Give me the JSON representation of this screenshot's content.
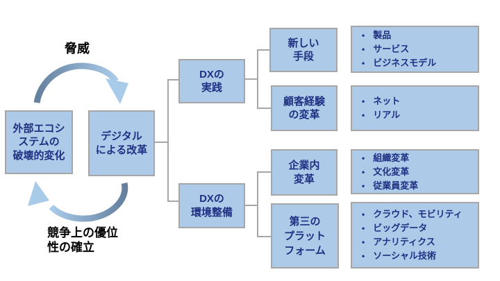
{
  "colors": {
    "box_fill": "#ADCBE9",
    "box_border": "#A6A6A6",
    "box_text": "#1F2F82",
    "label_text": "#000000",
    "connector": "#A6A6A6",
    "arrow_dark": "#64809E",
    "arrow_light": "#A9CBEA"
  },
  "cycle": {
    "threat_label": "脅威",
    "advantage_label": "競争上の優位\n性の確立",
    "ecosystem_box": "外部エコシ\nステムの\n破壊的変化",
    "digital_box": "デジタル\nによる改革"
  },
  "tree": {
    "practice": {
      "label": "DXの\n実践",
      "children": [
        {
          "label": "新しい\n手段",
          "items": [
            "製品",
            "サービス",
            "ビジネスモデル"
          ]
        },
        {
          "label": "顧客経験\nの変革",
          "items": [
            "ネット",
            "リアル"
          ]
        }
      ]
    },
    "environment": {
      "label": "DXの\n環境整備",
      "children": [
        {
          "label": "企業内\n変革",
          "items": [
            "組織変革",
            "文化変革",
            "従業員変革"
          ]
        },
        {
          "label": "第三の\nプラット\nフォーム",
          "items": [
            "クラウド、モビリティ",
            "ビッグデータ",
            "アナリティクス",
            "ソーシャル技術"
          ]
        }
      ]
    }
  }
}
